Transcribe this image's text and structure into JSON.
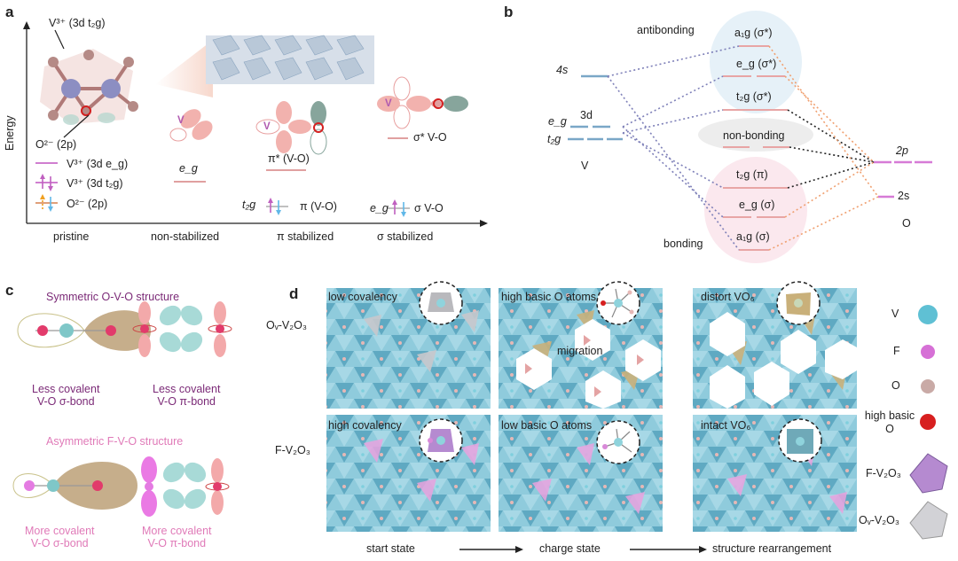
{
  "panels": {
    "a": "a",
    "b": "b",
    "c": "c",
    "d": "d"
  },
  "a": {
    "y_axis": "Energy",
    "v_ion": "V³⁺ (3d t₂g)",
    "o_ion": "O²⁻ (2p)",
    "legend": [
      "V³⁺ (3d e_g)",
      "V³⁺ (3d t₂g)",
      "O²⁻ (2p)"
    ],
    "eg": "e_g",
    "t2g": "t₂g",
    "pi_star": "π* (V-O)",
    "pi": "π (V-O)",
    "sigma_star": "σ* V-O",
    "sigma": "σ V-O",
    "x_categories": [
      "pristine",
      "non-stabilized",
      "π stabilized",
      "σ stabilized"
    ],
    "orbital_v": "V"
  },
  "b": {
    "antibonding": "antibonding",
    "bonding": "bonding",
    "nonbonding": "non-bonding",
    "v_4s": "4s",
    "v_3d": "3d",
    "v_eg": "e_g",
    "v_t2g": "t₂g",
    "v": "V",
    "o_2p": "2p",
    "o_2s": "2s",
    "o": "O",
    "mo_levels": [
      "a₁g (σ*)",
      "e_g (σ*)",
      "t₂g (σ*)",
      "t₂g (π)",
      "e_g (σ)",
      "a₁g (σ)"
    ]
  },
  "c": {
    "sym_title": "Symmetric O-V-O structure",
    "sym_sigma": [
      "Less covalent",
      "V-O σ-bond"
    ],
    "sym_pi": [
      "Less covalent",
      "V-O π-bond"
    ],
    "asym_title": "Asymmetric F-V-O structure",
    "asym_sigma": [
      "More covalent",
      "V-O σ-bond"
    ],
    "asym_pi": [
      "More covalent",
      "V-O π-bond"
    ]
  },
  "d": {
    "row1": "Oᵥ-V₂O₃",
    "row2": "F-V₂O₃",
    "tiles_top": [
      "low covalency",
      "high basic O atoms",
      "distort VO₆"
    ],
    "tiles_bottom": [
      "high covalency",
      "low basic O atoms",
      "intact VO₆"
    ],
    "migration": "migration",
    "steps": [
      "start state",
      "charge state",
      "structure rearrangement"
    ],
    "legend": [
      "V",
      "F",
      "O",
      "high basic O",
      "F-V₂O₃",
      "Oᵥ-V₂O₃"
    ],
    "legend_colors": {
      "V": "#7fcfdd",
      "F": "#d889d8",
      "O": "#c9aaa6",
      "high_basic_O": "#d71f1f"
    }
  }
}
